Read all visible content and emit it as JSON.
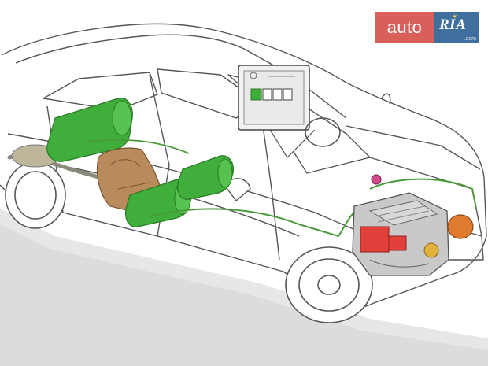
{
  "logo": {
    "left_text": "auto",
    "right_text": "RIA",
    "suffix": ".com"
  },
  "colors": {
    "gas_tank": "#3fae3a",
    "fuel_tank": "#b98a5c",
    "engine_red": "#e2403a",
    "reducer": "#e07a30",
    "gas_line": "#4a9a3a",
    "logo_red": "#d9605a",
    "logo_blue": "#3f6f9e"
  },
  "icons": [
    "car-outline-icon",
    "switch-panel-icon",
    "gas-cylinder-icon",
    "engine-icon"
  ]
}
